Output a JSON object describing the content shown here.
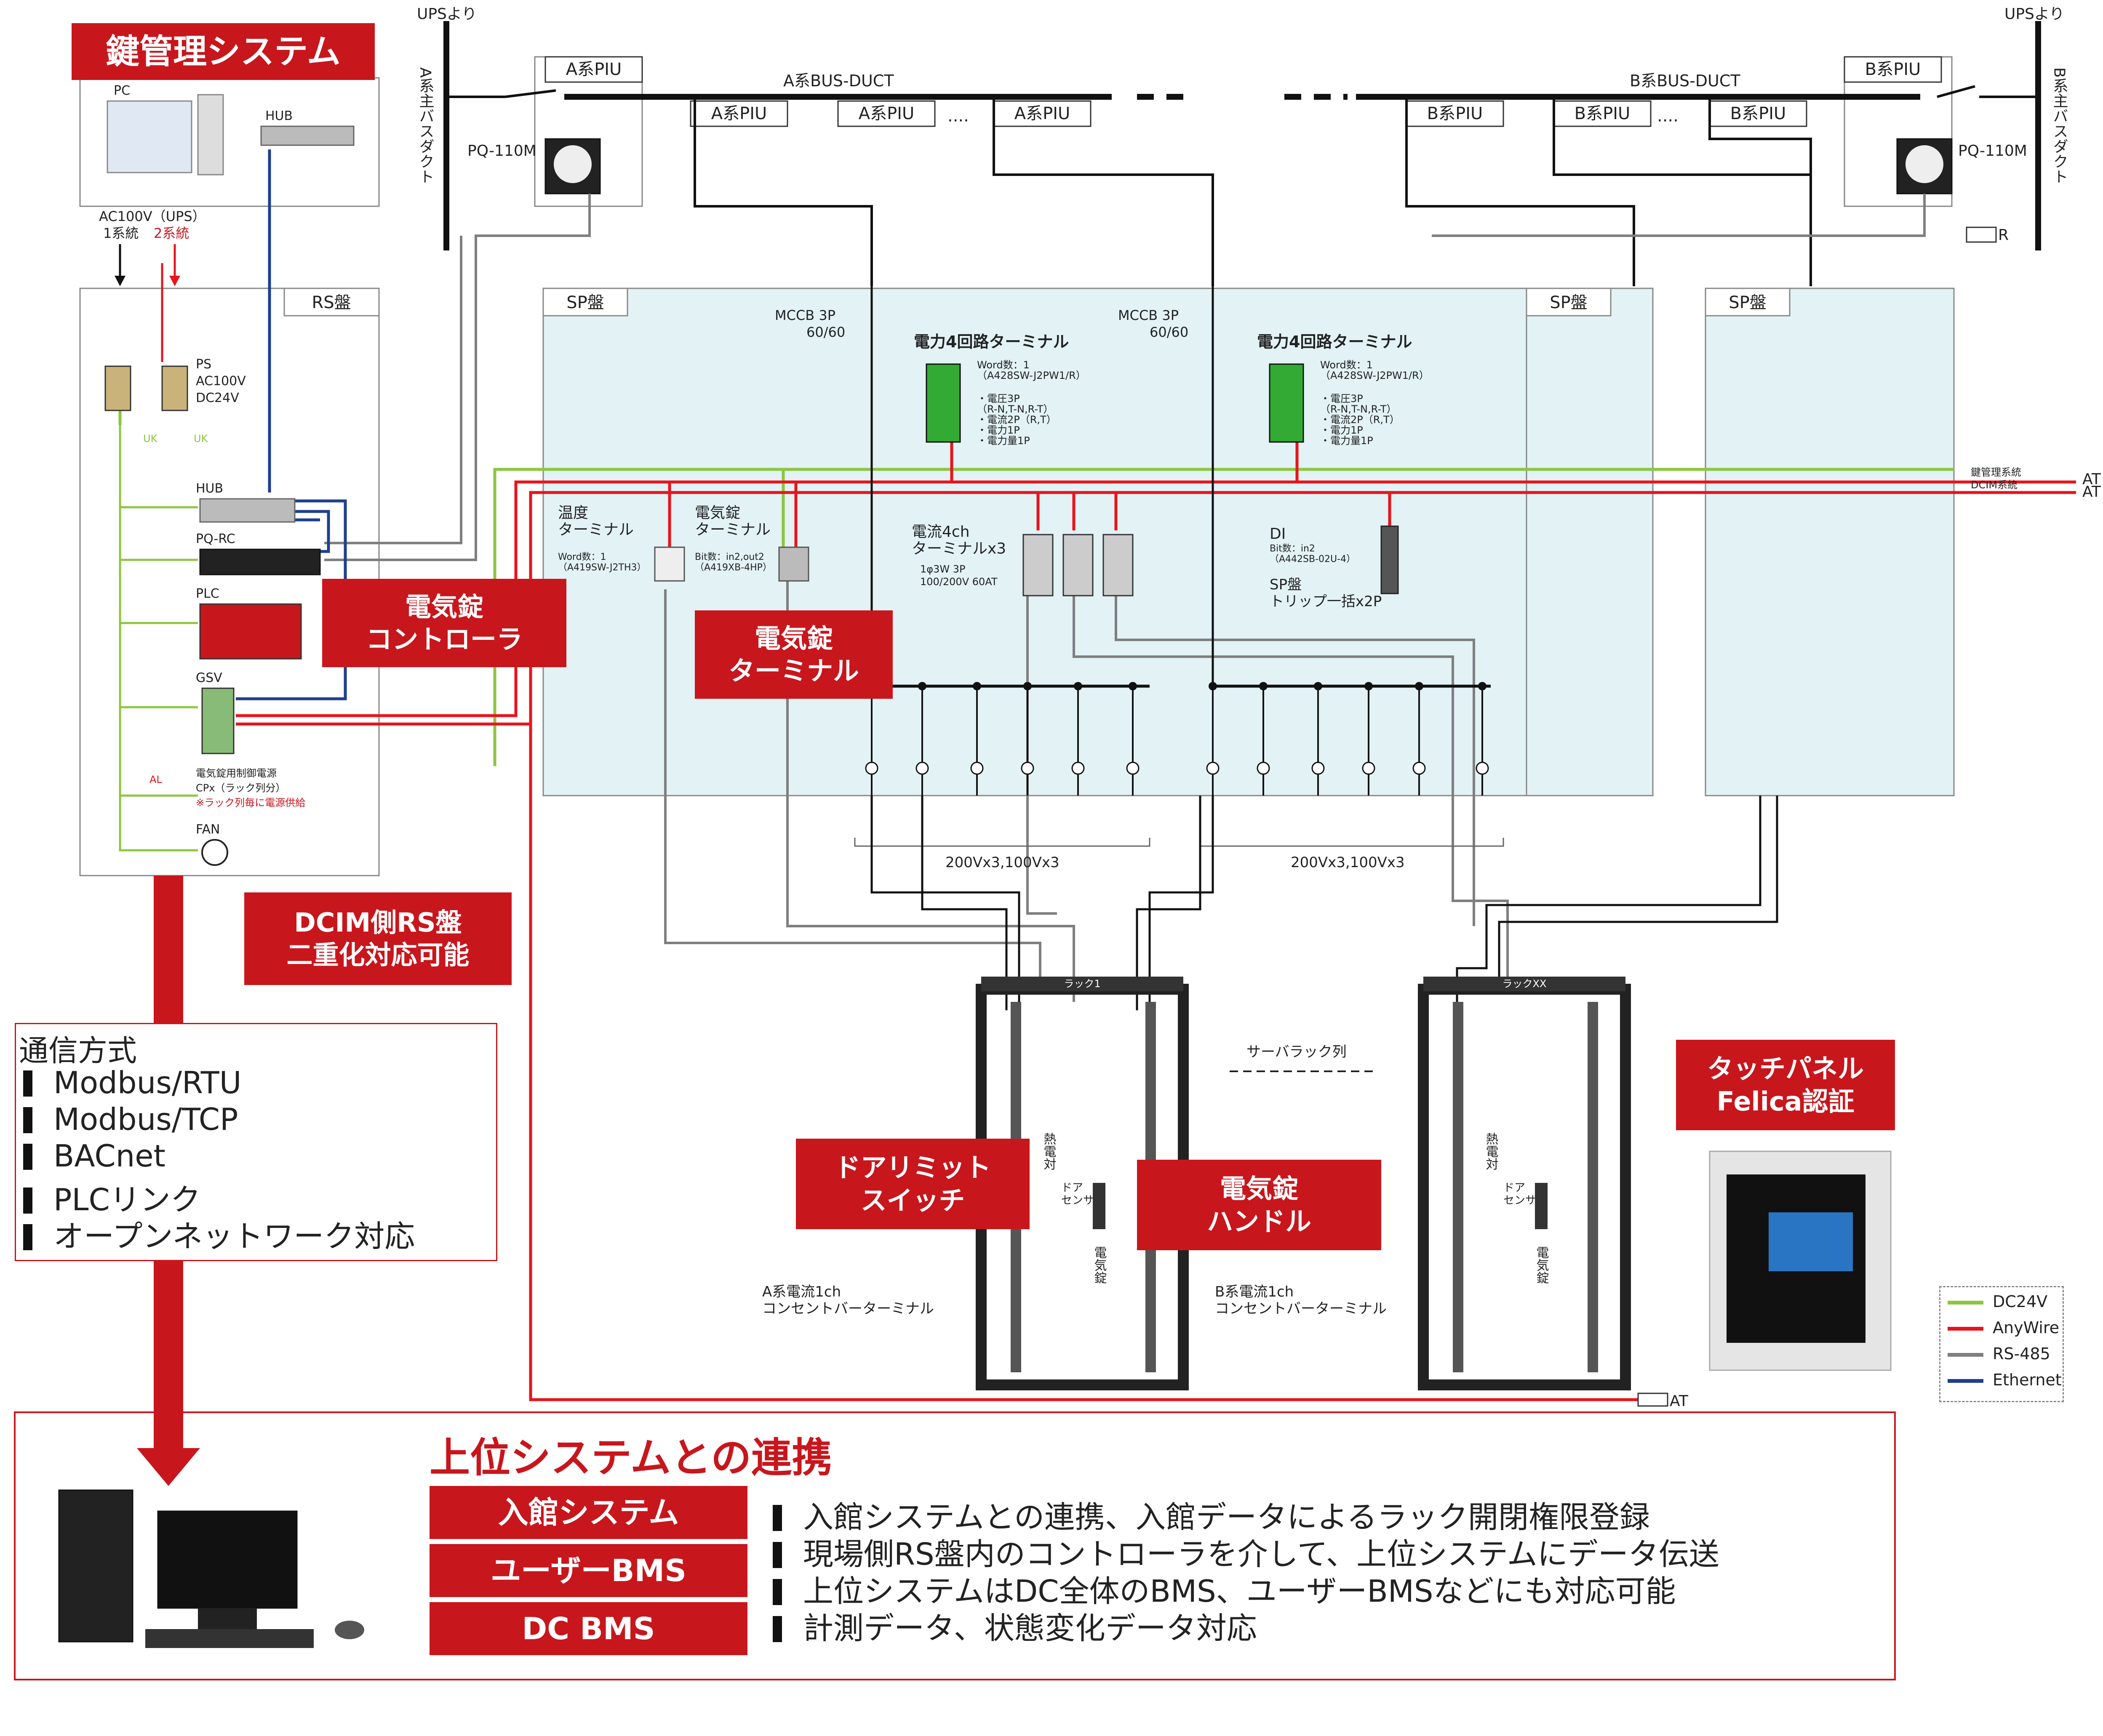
{
  "title_key_system": "鍵管理システム",
  "pc": {
    "label": "PC",
    "hub": "HUB",
    "ac_label": "AC100V（UPS）",
    "sys1": "1系統",
    "sys2": "2系統"
  },
  "rs_panel": {
    "label": "RS盤",
    "ps": [
      "PS",
      "AC100V",
      "DC24V"
    ],
    "hub": "HUB",
    "pqrc": "PQ-RC",
    "plc": "PLC",
    "gsv": "GSV",
    "uk": "UK",
    "al": "AL",
    "lock_power": [
      "電気錠用制御電源",
      "CPx（ラック列分）",
      "※ラック列毎に電源供給"
    ],
    "fan": "FAN"
  },
  "top": {
    "ups_a": "UPSより",
    "ups_b": "UPSより",
    "a_duct": "A系主バスダクト",
    "b_duct": "B系主バスダクト",
    "a_bus": "A系BUS-DUCT",
    "b_bus": "B系BUS-DUCT",
    "a_piu": "A系PIU",
    "b_piu": "B系PIU",
    "b_piu_short": "B系PIU",
    "pq_a": "PQ-110M",
    "pq_b": "PQ-110M",
    "r": "R",
    "dots": "····"
  },
  "sp": {
    "label": "SP盤",
    "mccb": [
      "MCCB  3P",
      "60/60"
    ],
    "pt4": "電力4回路ターミナル",
    "pt4_word": [
      "Word数：1",
      "（A428SW-J2PW1/R）"
    ],
    "pt4_list": [
      "・電圧3P",
      "（R-N,T-N,R-T）",
      "・電流2P（R,T）",
      "・電力1P",
      "・電力量1P"
    ],
    "temp": [
      "温度",
      "ターミナル"
    ],
    "temp_word": [
      "Word数：1",
      "（A419SW-J2TH3）"
    ],
    "lock_t": [
      "電気錠",
      "ターミナル"
    ],
    "lock_word": [
      "Bit数：in2,out2",
      "（A419XB-4HP）"
    ],
    "ct4": [
      "電流4ch",
      "ターミナルx3"
    ],
    "ct4_spec": [
      "1φ3W        3P",
      "100/200V   60AT"
    ],
    "di": "DI",
    "di_word": [
      "Bit数：in2",
      "（A442SB-02U-4）"
    ],
    "trip": [
      "SP盤",
      "トリップ一括x2P"
    ],
    "feeders": "200Vx3,100Vx3",
    "key_sys": "鍵管理系統",
    "dcim_sys": "DCIM系統",
    "at": "AT"
  },
  "racks": {
    "rack1": "ラック1",
    "rackxx": "ラックXX",
    "row": "サーバラック列",
    "heat": "熱電対",
    "door": [
      "ドア",
      "センサ"
    ],
    "elock": "電気錠",
    "a_ct": [
      "A系電流1ch",
      "コンセントバーターミナル"
    ],
    "b_ct": [
      "B系電流1ch",
      "コンセントバーターミナル"
    ],
    "at": "AT"
  },
  "callouts": {
    "controller": "電気錠\nコントローラ",
    "terminal": "電気錠\nターミナル",
    "dcim_rs": "DCIM側RS盤\n二重化対応可能",
    "door_switch": "ドアリミット\nスイッチ",
    "handle": "電気錠\nハンドル",
    "touch": "タッチパネル\nFelica認証"
  },
  "comm": {
    "title": "通信方式",
    "items": [
      "Modbus/RTU",
      "Modbus/TCP",
      "BACnet",
      "PLCリンク",
      "オープンネットワーク対応"
    ]
  },
  "upper": {
    "title": "上位システムとの連携",
    "buttons": [
      "入館システム",
      "ユーザーBMS",
      "DC BMS"
    ],
    "items": [
      "入館システムとの連携、入館データによるラック開閉権限登録",
      "現場側RS盤内のコントローラを介して、上位システムにデータ伝送",
      "上位システムはDC全体のBMS、ユーザーBMSなどにも対応可能",
      "計測データ、状態変化データ対応"
    ]
  },
  "legend": [
    {
      "label": "DC24V",
      "color": "#8cc63f"
    },
    {
      "label": "AnyWire",
      "color": "#e8141c"
    },
    {
      "label": "RS-485",
      "color": "#7f7f7f"
    },
    {
      "label": "Ethernet",
      "color": "#1f3f8f"
    }
  ],
  "colors": {
    "red": "#c8161d",
    "panel": "#e2f2f5",
    "black": "#111111"
  }
}
